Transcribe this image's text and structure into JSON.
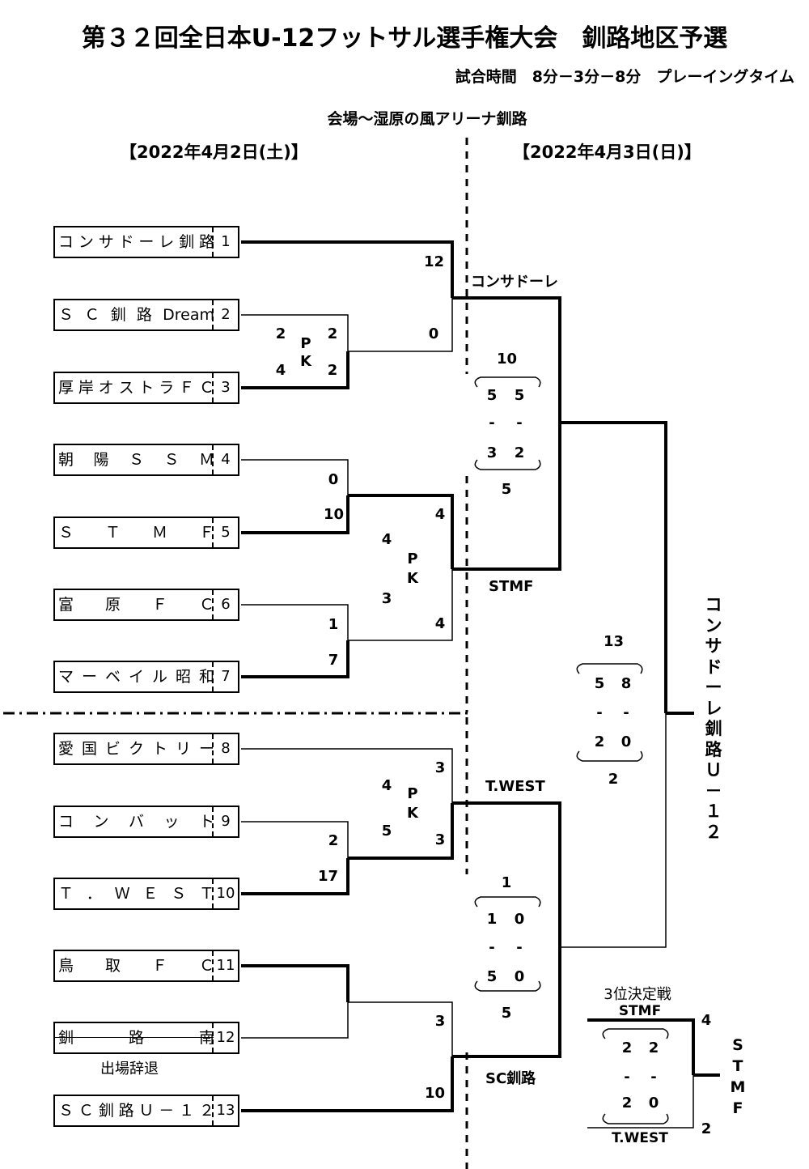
{
  "title": "第３２回全日本U-12フットサル選手権大会　釧路地区予選",
  "match_time": "試合時間　8分－3分－8分　プレーイングタイム",
  "venue": "会場～湿原の風アリーナ釧路",
  "day1": "【2022年4月2日(土)】",
  "day2": "【2022年4月3日(日)】",
  "teams": [
    {
      "name": "コンサドーレ釧路",
      "num": "1"
    },
    {
      "name": "ＳＣ釧路Dream",
      "num": "2"
    },
    {
      "name": "厚岸オストラＦＣ",
      "num": "3"
    },
    {
      "name": "朝陽ＳＳＭ",
      "num": "4"
    },
    {
      "name": "ＳＴＭＦ",
      "num": "5"
    },
    {
      "name": "富原ＦＣ",
      "num": "6"
    },
    {
      "name": "マーベイル昭和",
      "num": "7"
    },
    {
      "name": "愛国ビクトリー",
      "num": "8"
    },
    {
      "name": "コンバット",
      "num": "9"
    },
    {
      "name": "Ｔ．ＷＥＳＴ",
      "num": "10"
    },
    {
      "name": "鳥取ＦＣ",
      "num": "11"
    },
    {
      "name": "釧路南",
      "num": "12"
    },
    {
      "name": "ＳＣ釧路Ｕ－１２",
      "num": "13"
    }
  ],
  "withdrawn_note": "出場辞退",
  "pk_label": [
    "P",
    "K"
  ],
  "scores": {
    "m2v3": {
      "a_pk": "2",
      "b_pk": "4",
      "a": "2",
      "b": "2"
    },
    "m4v5": {
      "a": "0",
      "b": "10"
    },
    "m6v7": {
      "a": "1",
      "b": "7"
    },
    "m1": {
      "a": "12",
      "b": "0"
    },
    "m5v7": {
      "a": "4",
      "b": "4",
      "a_pk": "4",
      "b_pk": "3"
    },
    "m8v10": {
      "a": "3",
      "b": "3",
      "a_pk": "4",
      "b_pk": "5"
    },
    "m9v10": {
      "a": "2",
      "b": "17"
    },
    "m11v13": {
      "a": "3",
      "b": "10"
    },
    "semi1": {
      "a_total": "10",
      "a_h1": "5",
      "a_h2": "5",
      "b_h1": "3",
      "b_h2": "2",
      "b_total": "5",
      "dash": "-"
    },
    "semi2": {
      "a_total": "1",
      "a_h1": "1",
      "a_h2": "0",
      "b_h1": "5",
      "b_h2": "0",
      "b_total": "5",
      "dash": "-"
    },
    "final": {
      "a_total": "13",
      "a_h1": "5",
      "a_h2": "8",
      "b_h1": "2",
      "b_h2": "0",
      "b_total": "2",
      "dash": "-"
    },
    "third": {
      "a_h1": "2",
      "a_h2": "2",
      "b_h1": "2",
      "b_h2": "0",
      "a_total": "4",
      "b_total": "2",
      "dash": "-"
    }
  },
  "winners": {
    "r1": "コンサドーレ",
    "r2": "STMF",
    "r3": "T.WEST",
    "r4": "SC釧路"
  },
  "champion": [
    "コ",
    "ン",
    "サ",
    "ド",
    "ー",
    "レ",
    "釧",
    "路",
    "Ｕ",
    "－",
    "１",
    "２"
  ],
  "third_place": {
    "title": "3位決定戦",
    "team_a": "STMF",
    "team_b": "T.WEST",
    "winner": [
      "S",
      "T",
      "M",
      "F"
    ]
  }
}
